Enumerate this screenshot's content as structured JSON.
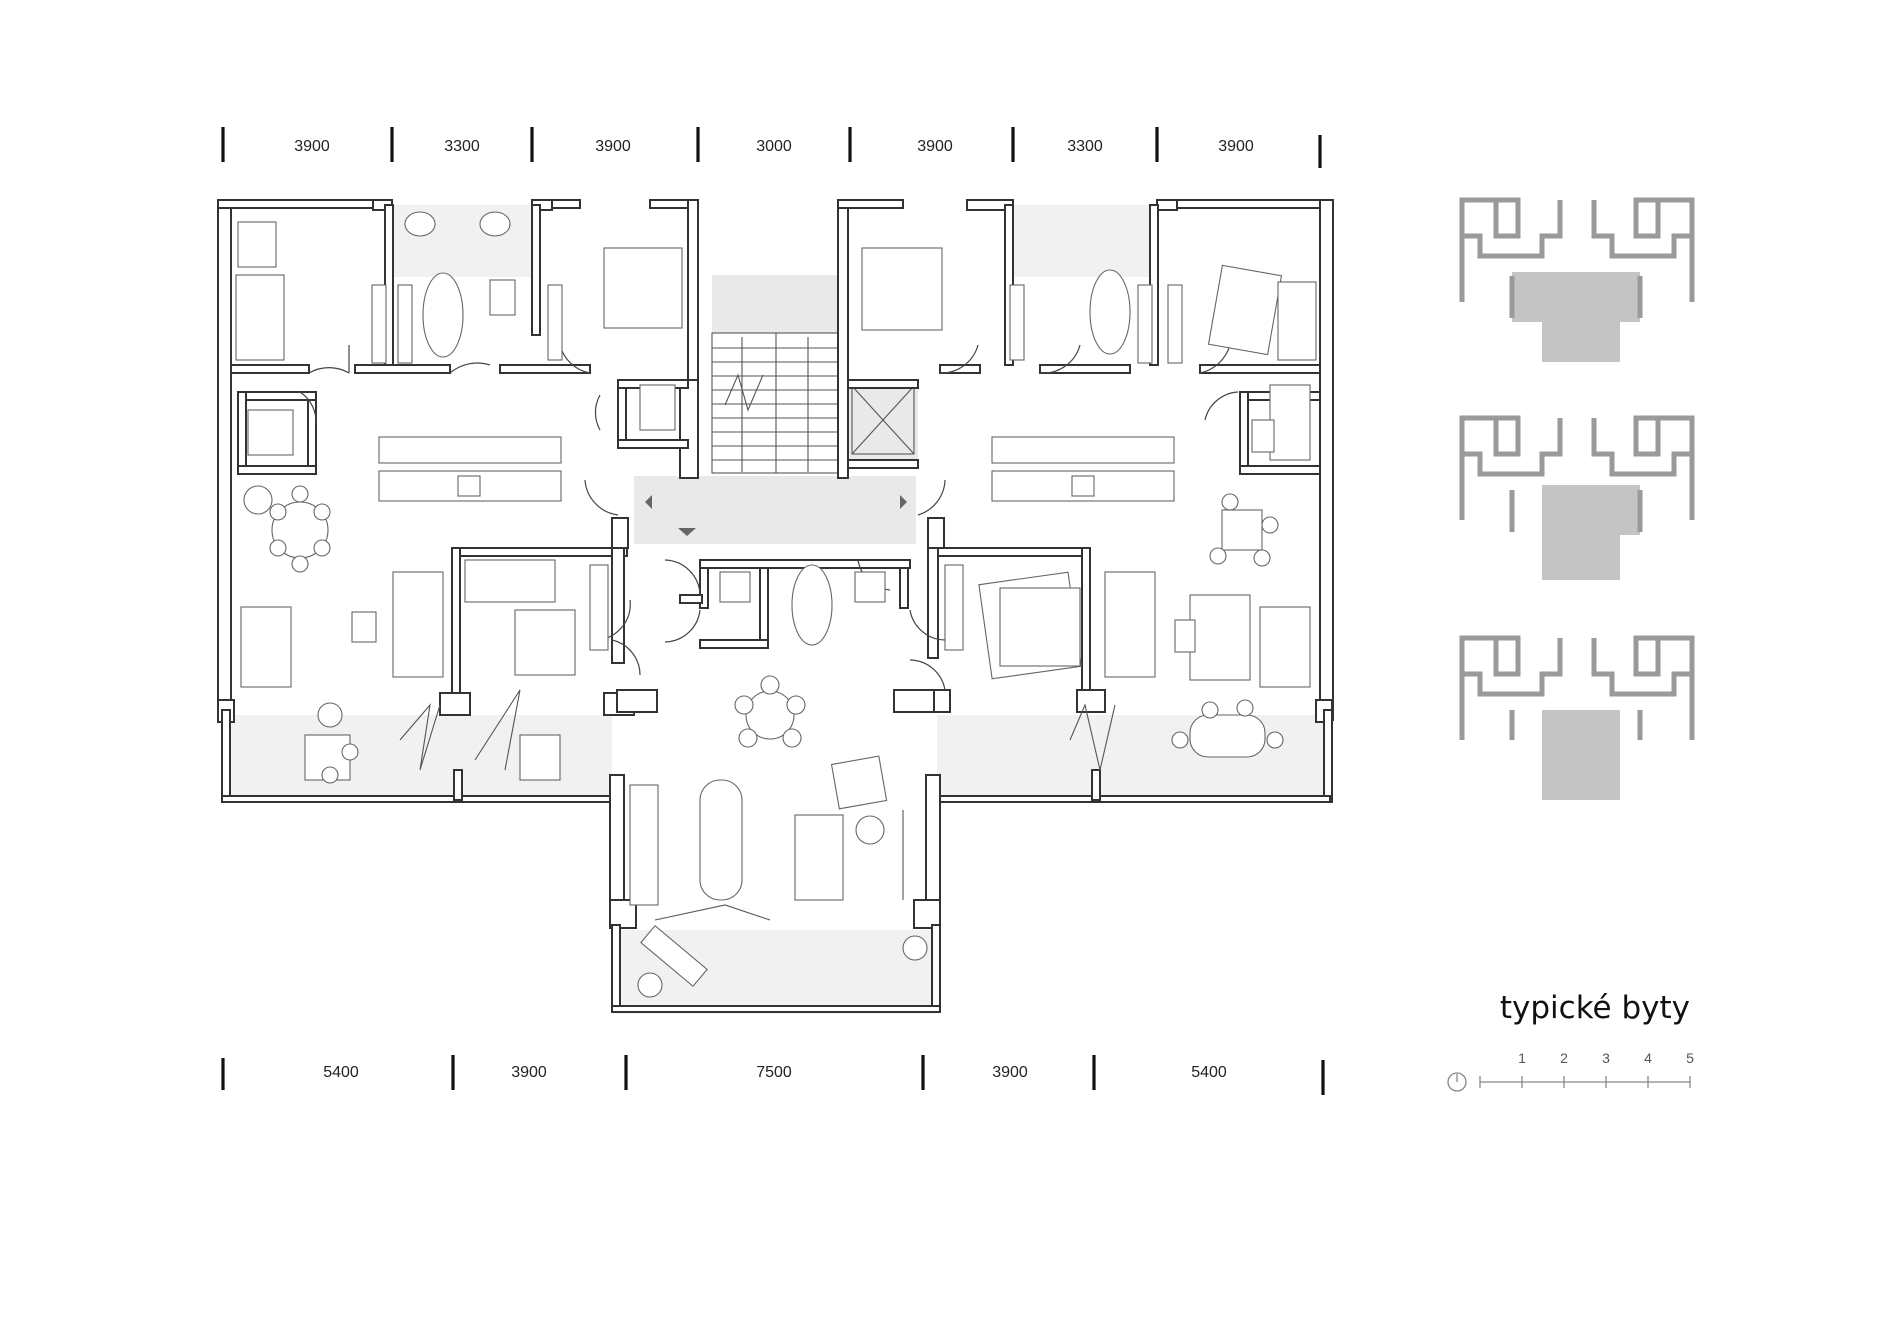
{
  "title": "typické byty",
  "dimensions_top": [
    "3900",
    "3300",
    "3900",
    "3000",
    "3900",
    "3300",
    "3900"
  ],
  "dimensions_bottom": [
    "5400",
    "3900",
    "7500",
    "3900",
    "5400"
  ],
  "scale": {
    "labels": [
      "1",
      "2",
      "3",
      "4",
      "5"
    ]
  },
  "key_plans": [
    {
      "variant": "key-plan-1"
    },
    {
      "variant": "key-plan-2"
    },
    {
      "variant": "key-plan-3"
    }
  ],
  "colors": {
    "wall": "#333333",
    "highlight": "#c4c4c4",
    "floor_tint": "#eeeeee"
  }
}
